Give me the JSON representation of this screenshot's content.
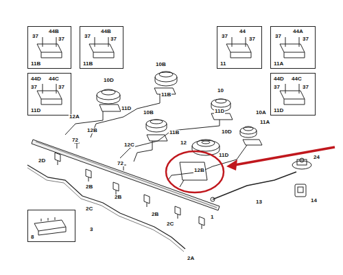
{
  "diagram": {
    "nodes": [
      {
        "text": [
          "37",
          "44B",
          "37",
          "11B"
        ]
      },
      {
        "text": [
          "37",
          "44B",
          "37",
          "11B"
        ]
      },
      {
        "text": [
          "37",
          "44",
          "37",
          "11"
        ]
      },
      {
        "text": [
          "37",
          "44A",
          "37",
          "11A"
        ]
      },
      {
        "text": [
          "44D",
          "37",
          "44C",
          "37",
          "11D"
        ]
      },
      {
        "text": [
          "44D",
          "37",
          "44C",
          "37",
          "11D"
        ]
      },
      {
        "text": [
          "8"
        ]
      }
    ],
    "labels": [
      "10B",
      "10D",
      "11B",
      "10",
      "11D",
      "12A",
      "12B",
      "10B",
      "11D",
      "10A",
      "11A",
      "10D",
      "11B",
      "72",
      "12C",
      "12",
      "11D",
      "24",
      "72",
      "2D",
      "12B",
      "2B",
      "2B",
      "2C",
      "2B",
      "1",
      "13",
      "14",
      "3",
      "2A",
      "2C"
    ]
  }
}
